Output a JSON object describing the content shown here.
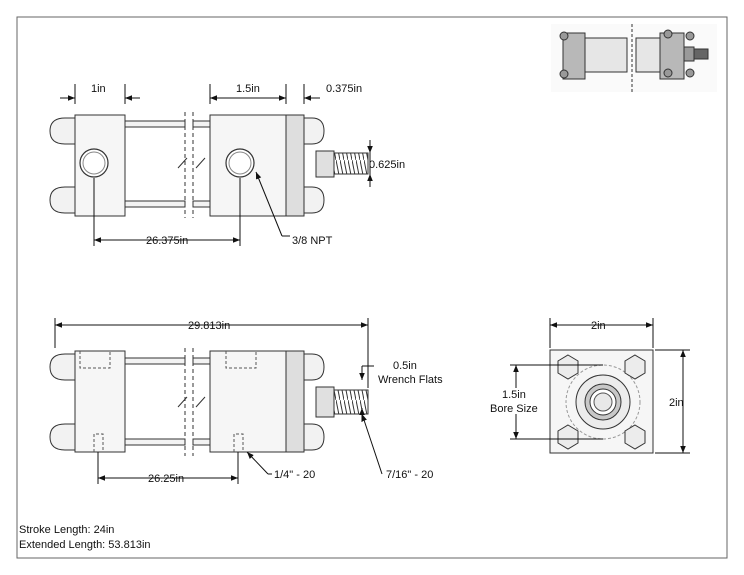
{
  "dimensions": {
    "end_cap_width": "1in",
    "head_width": "1.5in",
    "gland_width": "0.375in",
    "rod_diameter": "0.625in",
    "port_spacing": "26.375in",
    "port_thread": "3/8 NPT",
    "overall_length": "29.813in",
    "wrench_flats_line1": "0.5in",
    "wrench_flats_line2": "Wrench Flats",
    "mount_spacing": "26.25in",
    "mount_thread": "1/4\" - 20",
    "rod_thread": "7/16\" - 20",
    "end_width": "2in",
    "end_height": "2in",
    "bore_line1": "1.5in",
    "bore_line2": "Bore Size"
  },
  "specs": {
    "stroke": "Stroke Length: 24in",
    "extended": "Extended Length: 53.813in"
  },
  "colors": {
    "body": "#f6f6f6",
    "outline": "#333333",
    "shadow": "#d4d4d4",
    "rod": "#bdbdbd",
    "thumbnail": "#9a9a9a"
  }
}
